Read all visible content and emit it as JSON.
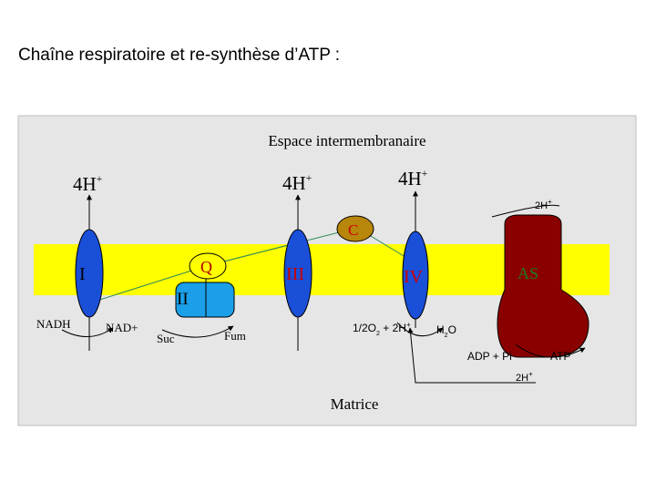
{
  "title": "Chaîne respiratoire et re-synthèse d’ATP :",
  "diagram": {
    "intermembrane_label": "Espace intermembranaire",
    "matrix_label": "Matrice",
    "proton_4h": {
      "base": "4H",
      "sup": "+"
    },
    "proton_2h": {
      "base": "2H",
      "sup": "+"
    },
    "complexes": {
      "I": "I",
      "II": "II",
      "III": "III",
      "IV": "IV",
      "Q": "Q",
      "C": "C",
      "AS": "AS"
    },
    "substrates": {
      "nadh": "NADH",
      "nad": "NAD+",
      "suc": "Suc",
      "fum": "Fum",
      "o2_prefix": "1/2O",
      "o2_sub": "2",
      "o2_suffix": " + 2H",
      "o2_sup": "+",
      "h2o_h": "H",
      "h2o_sub": "2",
      "h2o_o": "O",
      "adp": "ADP + Pi",
      "atp": "ATP"
    },
    "colors": {
      "membrane": "#ffff00",
      "background_panel": "#e6e6e6",
      "complex_blue": "#1a4fd8",
      "complex_ii": "#1a9fe8",
      "atp_synthase": "#8a0000",
      "cytochrome_c": "#b8860b",
      "electron_path": "#2e8b57",
      "label_red": "#cc0000",
      "as_label": "#1f7a1f"
    }
  }
}
